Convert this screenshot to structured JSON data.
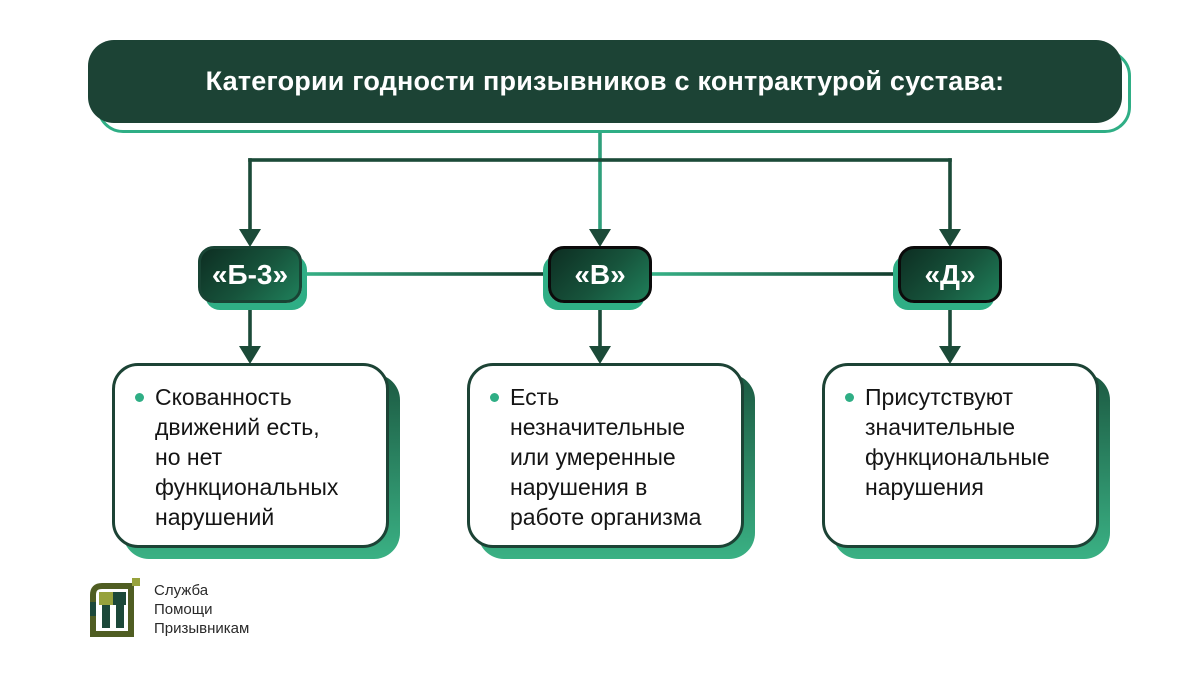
{
  "header": {
    "title": "Категории годности призывников с контрактурой сустава:"
  },
  "categories": [
    {
      "label": "«Б-3»",
      "description": "Скованность\nдвижений есть,\nно нет\nфункциональных\nнарушений"
    },
    {
      "label": "«В»",
      "description": "Есть\nнезначительные\nили умеренные\nнарушения в\nработе организма"
    },
    {
      "label": "«Д»",
      "description": "Присутствуют\nзначительные\nфункциональные\nнарушения"
    }
  ],
  "logo": {
    "lines": [
      "Служба",
      "Помощи",
      "Призывникам"
    ]
  },
  "colors": {
    "header_bg": "#1c4335",
    "accent_teal": "#2fae85",
    "dark_line": "#1b4a38",
    "trunk_line": "#2f9f7b",
    "badge_gradient_start": "#0d2e22",
    "badge_gradient_end": "#1f7f5a",
    "box_border": "#1c4335",
    "text": "#151515",
    "logo_olive": "#4f5d22",
    "logo_light_olive": "#97a23c",
    "logo_teal": "#1c4839"
  }
}
